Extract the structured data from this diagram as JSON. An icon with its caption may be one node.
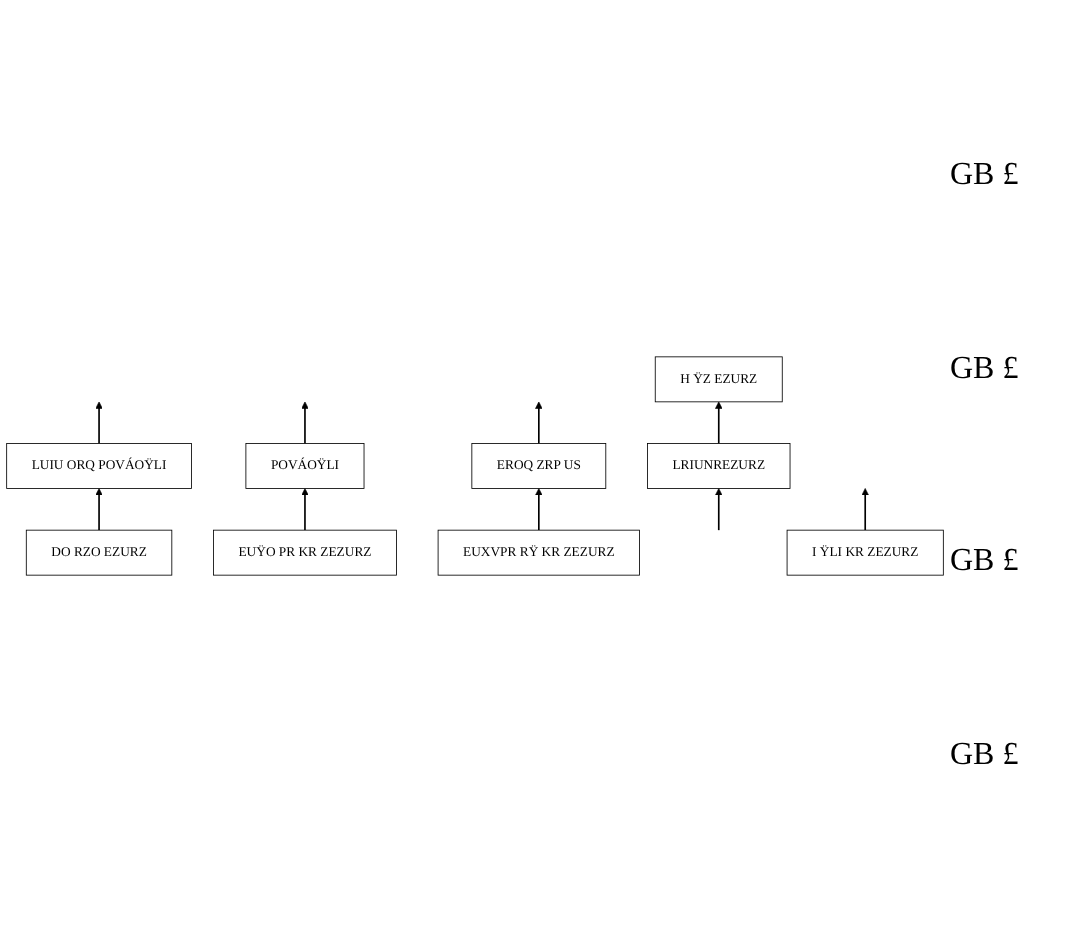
{
  "diagram": {
    "nodes": [
      {
        "text": [
          "LRIUNREZURZ"
        ]
      },
      {
        "text": [
          "LUIU ORQ POVÁOŸLI"
        ]
      },
      {
        "text": [
          "H ŸZ EZURZ"
        ]
      },
      {
        "text": [
          "DO RZO EZURZ"
        ]
      },
      {
        "text": [
          "I ŸLI KR ZEZURZ"
        ]
      },
      {
        "text": [
          "POVÁOŸLI"
        ]
      },
      {
        "text": [
          "EROQ ZRP US"
        ]
      },
      {
        "text": [
          "EUŸO PR KR ZEZURZ"
        ]
      },
      {
        "text": [
          "EUXVPR RŸ KR ZEZURZ"
        ]
      }
    ],
    "edges": [
      {
        "from": null,
        "to": 0,
        "arrow": "to"
      },
      {
        "from": 0,
        "to": 2,
        "arrow": "to"
      },
      {
        "from": 3,
        "to": 1,
        "arrow": "to"
      },
      {
        "from": 1,
        "to": null,
        "arrow": "to"
      },
      {
        "from": 4,
        "to": null,
        "arrow": "to"
      },
      {
        "from": 5,
        "to": null,
        "arrow": "to"
      },
      {
        "from": 6,
        "to": null,
        "arrow": "to"
      },
      {
        "from": 7,
        "to": 5,
        "arrow": "to"
      },
      {
        "from": 8,
        "to": 6,
        "arrow": "to"
      }
    ],
    "labels": [
      "GB £",
      "GB £",
      "GB £",
      "GB £"
    ]
  }
}
